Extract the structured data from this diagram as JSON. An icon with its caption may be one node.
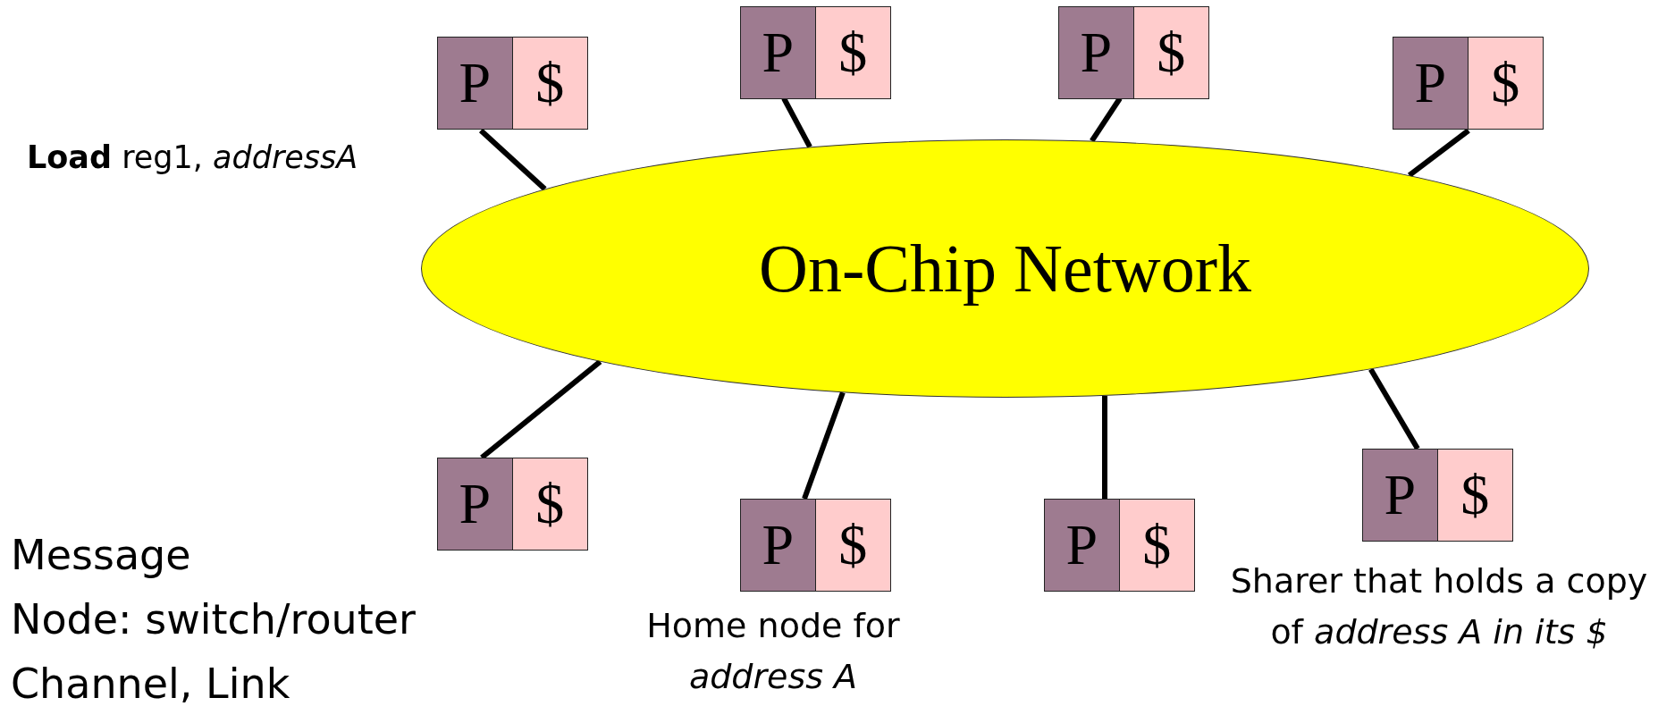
{
  "diagram": {
    "nodes": [
      {
        "text": [],
        "shape": "box",
        "beside": [
          "**Load** reg1, *addressA*"
        ]
      },
      {
        "text": [
          "P"
        ],
        "in": 0
      },
      {
        "text": [
          "$"
        ],
        "in": 0
      },
      {
        "text": [],
        "shape": "box"
      },
      {
        "text": [
          "P"
        ],
        "in": 3
      },
      {
        "text": [
          "$"
        ],
        "in": 3
      },
      {
        "text": [],
        "shape": "box"
      },
      {
        "text": [
          "P"
        ],
        "in": 6
      },
      {
        "text": [
          "$"
        ],
        "in": 6
      },
      {
        "text": [],
        "shape": "box"
      },
      {
        "text": [
          "P"
        ],
        "in": 9
      },
      {
        "text": [
          "$"
        ],
        "in": 9
      },
      {
        "text": [
          "On-Chip Network"
        ]
      },
      {
        "text": [],
        "shape": "box"
      },
      {
        "text": [
          "P"
        ],
        "in": 13
      },
      {
        "text": [
          "$"
        ],
        "in": 13
      },
      {
        "text": [],
        "shape": "box",
        "beside": [
          "Home node for *address A*"
        ]
      },
      {
        "text": [
          "P"
        ],
        "in": 16
      },
      {
        "text": [
          "$"
        ],
        "in": 16
      },
      {
        "text": [],
        "shape": "box"
      },
      {
        "text": [
          "P"
        ],
        "in": 19
      },
      {
        "text": [
          "$"
        ],
        "in": 19
      },
      {
        "text": [],
        "shape": "box",
        "beside": [
          "Sharer that holds a copy of *address A in its $*"
        ]
      },
      {
        "text": [
          "P"
        ],
        "in": 22
      },
      {
        "text": [
          "$"
        ],
        "in": 22
      }
    ],
    "edges": [
      {
        "from": 0,
        "to": 12,
        "arrow": "none"
      },
      {
        "from": 3,
        "to": 12,
        "arrow": "none"
      },
      {
        "from": 6,
        "to": 12,
        "arrow": "none"
      },
      {
        "from": 9,
        "to": 12,
        "arrow": "none"
      },
      {
        "from": 13,
        "to": 12,
        "arrow": "none"
      },
      {
        "from": 16,
        "to": 12,
        "arrow": "none"
      },
      {
        "from": 19,
        "to": 12,
        "arrow": "none"
      },
      {
        "from": 22,
        "to": 12,
        "arrow": "none"
      }
    ],
    "labels": [
      "Message",
      "Node: switch/router",
      "Channel, Link"
    ]
  }
}
